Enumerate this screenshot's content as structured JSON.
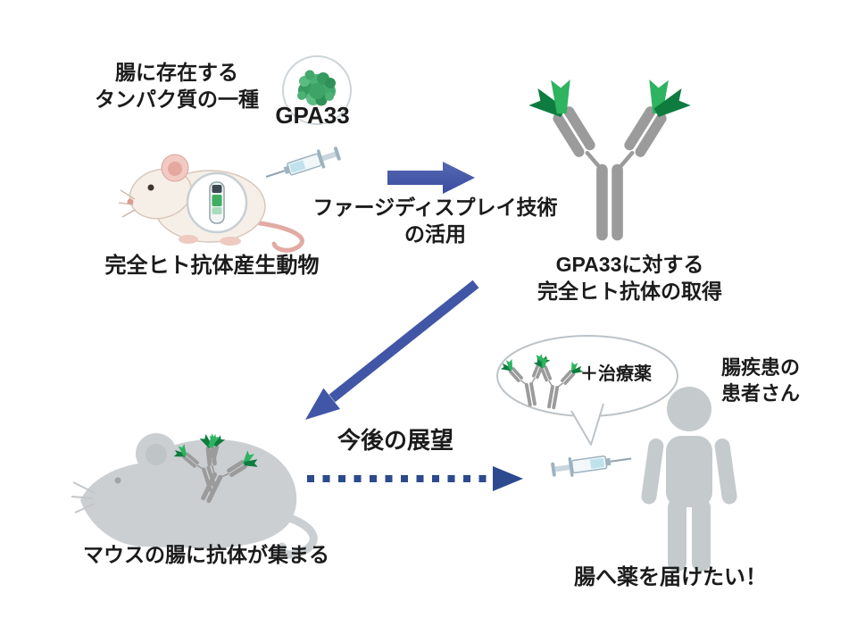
{
  "diagram": {
    "top_left": {
      "protein_note_line1": "腸に存在する",
      "protein_note_line2": "タンパク質の一種",
      "gpa33_label": "GPA33",
      "animal_caption": "完全ヒト抗体産生動物"
    },
    "center_top": {
      "phage_line1": "ファージディスプレイ技術",
      "phage_line2": "の活用"
    },
    "top_right": {
      "result_line1": "GPA33に対する",
      "result_line2": "完全ヒト抗体の取得"
    },
    "center_bottom": {
      "future_label": "今後の展望"
    },
    "bottom_left": {
      "caption": "マウスの腸に抗体が集まる"
    },
    "bottom_right": {
      "bubble_text": "＋治療薬",
      "patient_line1": "腸疾患の",
      "patient_line2": "患者さん",
      "caption": "腸へ薬を届けたい！"
    }
  },
  "colors": {
    "arrow_blue": "#4156a6",
    "dotted_arrow_blue": "#2d4a8e",
    "antibody_gray": "#9b9b9b",
    "flag_dark_green": "#0e7c3f",
    "flag_light_green": "#2eb360",
    "protein_green": "#42a86b",
    "silhouette_gray": "#cbcfd2"
  }
}
